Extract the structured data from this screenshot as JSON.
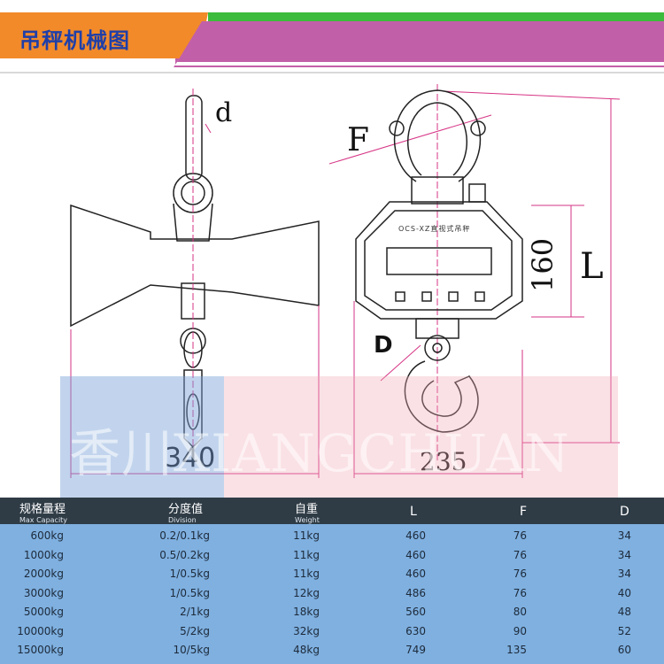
{
  "header": {
    "title": "吊秤机械图",
    "colors": {
      "green": "#3dbb3c",
      "orange": "#f28a2a",
      "purple": "#c25fa9",
      "title_text": "#1f3fa8"
    }
  },
  "drawing": {
    "label_d": "d",
    "label_F": "F",
    "label_D": "D",
    "label_L": "L",
    "dim_160": "160",
    "dim_340": "340",
    "dim_235": "235",
    "device_text": "OCS-XZ直视式吊秤"
  },
  "watermark": {
    "text": "香川XIANGCHUAN"
  },
  "table": {
    "headers": [
      {
        "main": "规格量程",
        "sub": "Max Capacity"
      },
      {
        "main": "分度值",
        "sub": "Division"
      },
      {
        "main": "自重",
        "sub": "Weight"
      },
      {
        "main": "L",
        "sub": ""
      },
      {
        "main": "F",
        "sub": ""
      },
      {
        "main": "D",
        "sub": ""
      }
    ],
    "rows": [
      [
        "600kg",
        "0.2/0.1kg",
        "11kg",
        "460",
        "76",
        "34"
      ],
      [
        "1000kg",
        "0.5/0.2kg",
        "11kg",
        "460",
        "76",
        "34"
      ],
      [
        "2000kg",
        "1/0.5kg",
        "11kg",
        "460",
        "76",
        "34"
      ],
      [
        "3000kg",
        "1/0.5kg",
        "12kg",
        "486",
        "76",
        "40"
      ],
      [
        "5000kg",
        "2/1kg",
        "18kg",
        "560",
        "80",
        "48"
      ],
      [
        "10000kg",
        "5/2kg",
        "32kg",
        "630",
        "90",
        "52"
      ],
      [
        "15000kg",
        "10/5kg",
        "48kg",
        "749",
        "135",
        "60"
      ]
    ]
  }
}
